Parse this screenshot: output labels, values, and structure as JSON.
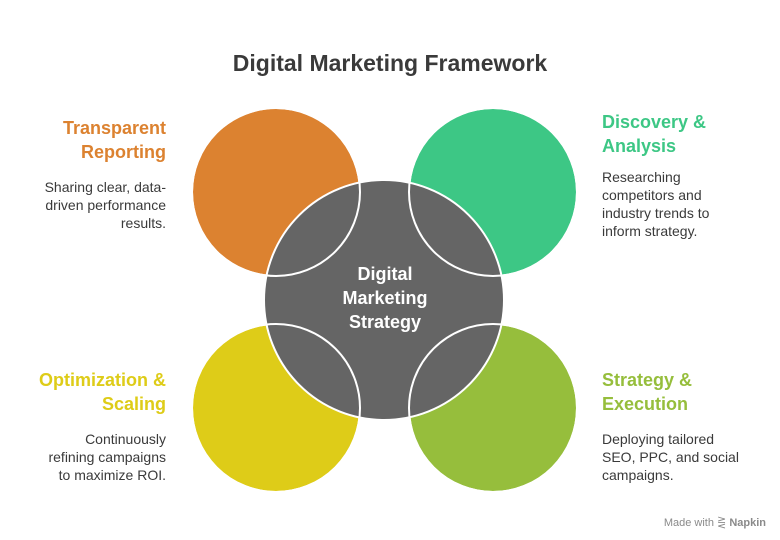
{
  "title": "Digital Marketing Framework",
  "center": {
    "label": "Digital\nMarketing\nStrategy",
    "color": "#656565"
  },
  "quadrants": {
    "top_left": {
      "heading": "Transparent\nReporting",
      "description": "Sharing clear, data-\ndriven performance\nresults.",
      "color": "#DC8230"
    },
    "top_right": {
      "heading": "Discovery &\nAnalysis",
      "description": "Researching\ncompetitors and\nindustry trends to\ninform strategy.",
      "color": "#3DC785"
    },
    "bottom_left": {
      "heading": "Optimization &\nScaling",
      "description": "Continuously\nrefining campaigns\nto maximize ROI.",
      "color": "#DECC18"
    },
    "bottom_right": {
      "heading": "Strategy &\nExecution",
      "description": "Deploying tailored\nSEO, PPC, and social\ncampaigns.",
      "color": "#96BE3C"
    }
  },
  "footer": {
    "made_with": "Made with",
    "brand": "Napkin"
  }
}
